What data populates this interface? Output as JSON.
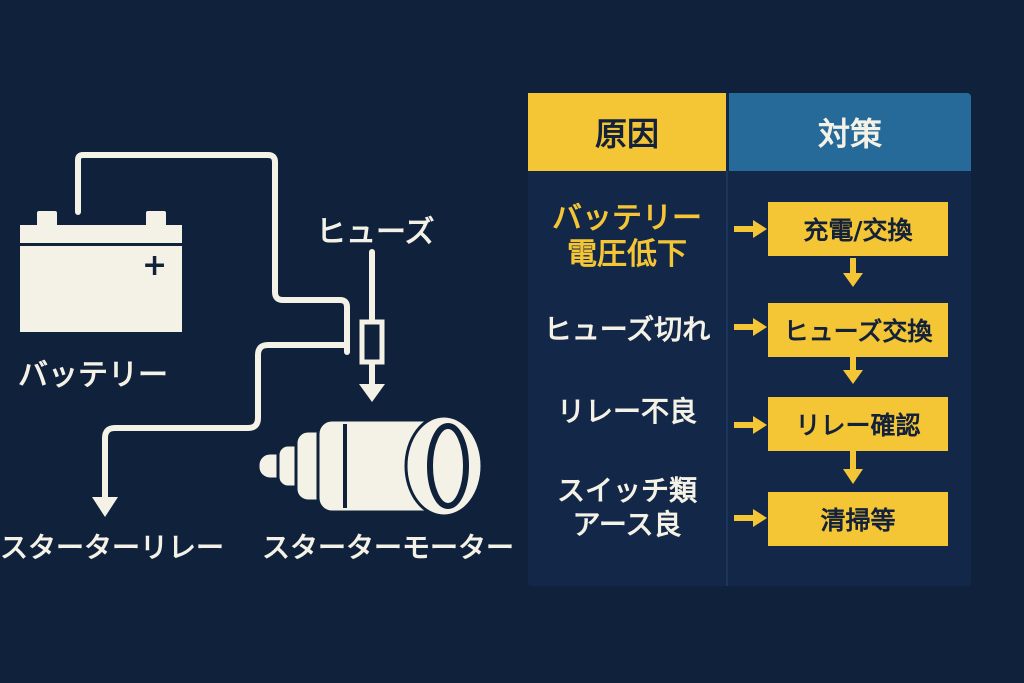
{
  "colors": {
    "background": "#0f213b",
    "accent_yellow": "#f4c534",
    "header_blue": "#256a99",
    "panel": "#132848",
    "ink": "#f4f1e6"
  },
  "diagram": {
    "battery_label": "バッテリー",
    "battery_plus": "+",
    "fuse_label": "ヒューズ",
    "starter_relay_label": "スターターリレー",
    "starter_motor_label": "スターターモーター"
  },
  "table": {
    "header_cause": "原因",
    "header_remedy": "対策",
    "rows": [
      {
        "cause": [
          "バッテリー",
          "電圧低下"
        ],
        "remedy": "充電/交換",
        "highlight": true
      },
      {
        "cause": [
          "ヒューズ切れ"
        ],
        "remedy": "ヒューズ交換",
        "highlight": false
      },
      {
        "cause": [
          "リレー不良"
        ],
        "remedy": "リレー確認",
        "highlight": false
      },
      {
        "cause": [
          "スイッチ類",
          "アース良"
        ],
        "remedy": "清掃等",
        "highlight": false
      }
    ]
  }
}
